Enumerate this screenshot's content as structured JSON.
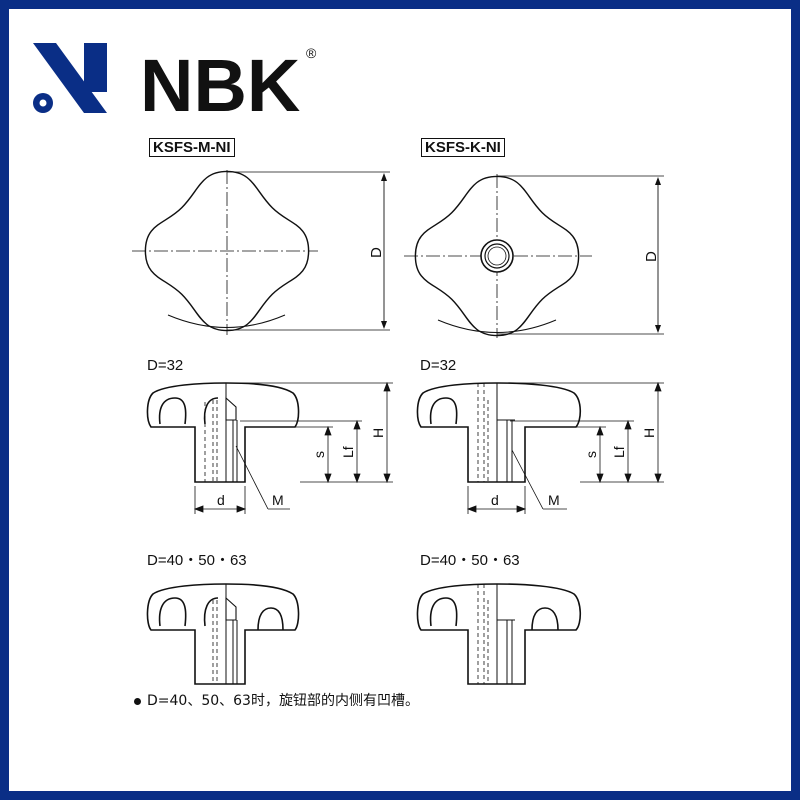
{
  "brand": {
    "name": "NBK",
    "mark": "®",
    "color": "#0a2e86"
  },
  "models": [
    {
      "code": "KSFS-M-NI",
      "dim_d_label": "D"
    },
    {
      "code": "KSFS-K-NI",
      "dim_d_label": "D"
    }
  ],
  "sections": [
    {
      "label": "D=32"
    },
    {
      "label": "D=32"
    },
    {
      "label": "D=40・50・63"
    },
    {
      "label": "D=40・50・63"
    }
  ],
  "dimensions": {
    "H": "H",
    "Lf": "Lf",
    "s": "s",
    "d": "d",
    "M": "M"
  },
  "footnote": "D=40、50、63时，旋钮部的内侧有凹槽。"
}
